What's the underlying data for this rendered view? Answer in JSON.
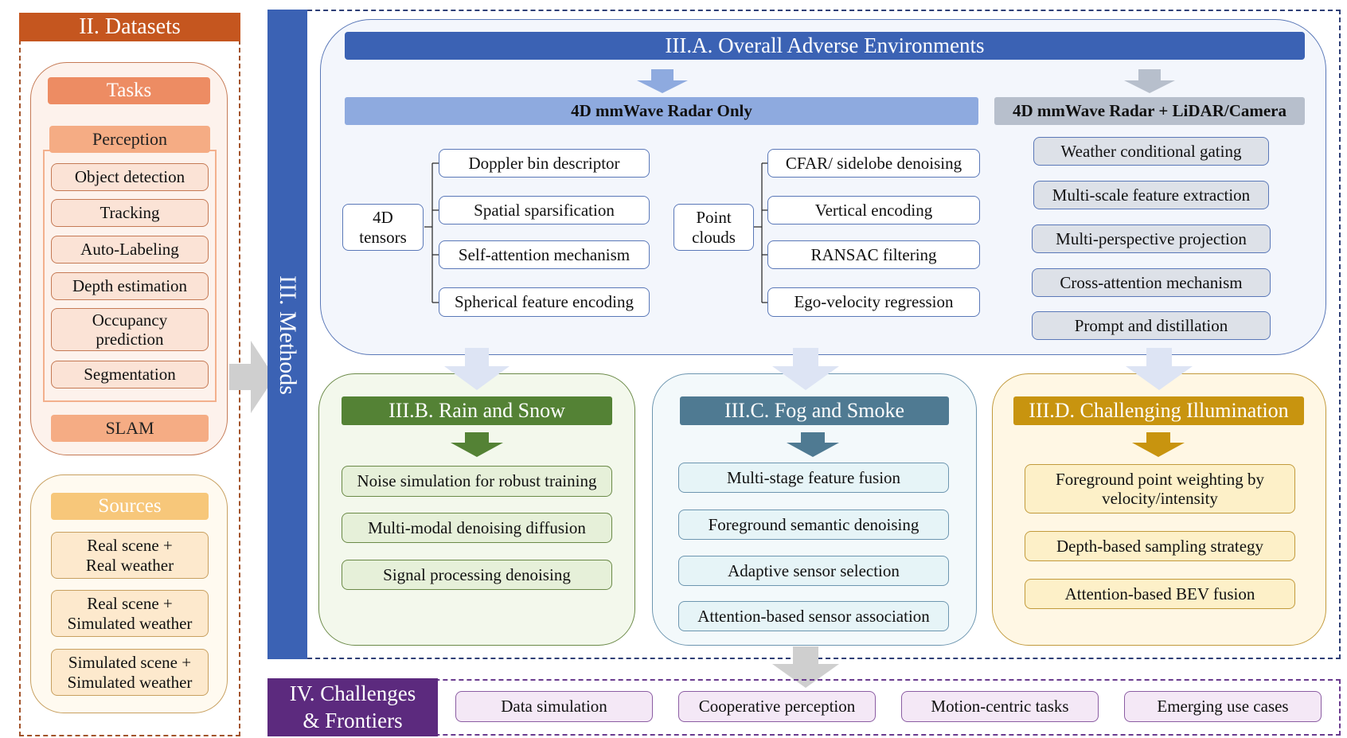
{
  "datasets": {
    "title": "II. Datasets",
    "tasks_header": "Tasks",
    "perception_header": "Perception",
    "perception_items": [
      "Object detection",
      "Tracking",
      "Auto-Labeling",
      "Depth estimation",
      "Occupancy prediction",
      "Segmentation"
    ],
    "slam": "SLAM",
    "sources_header": "Sources",
    "sources_items": [
      "Real scene + Real weather",
      "Real scene + Simulated weather",
      "Simulated scene + Simulated weather"
    ]
  },
  "methods": {
    "title": "III. Methods",
    "overall": {
      "title": "III.A. Overall Adverse Environments",
      "radar_only": "4D mmWave Radar Only",
      "radar_fusion": "4D mmWave Radar + LiDAR/Camera",
      "tensors_label": "4D tensors",
      "tensors_items": [
        "Doppler bin descriptor",
        "Spatial sparsification",
        "Self-attention mechanism",
        "Spherical feature encoding"
      ],
      "points_label": "Point clouds",
      "points_items": [
        "CFAR/ sidelobe denoising",
        "Vertical encoding",
        "RANSAC filtering",
        "Ego-velocity regression"
      ],
      "fusion_items": [
        "Weather conditional gating",
        "Multi-scale feature extraction",
        "Multi-perspective projection",
        "Cross-attention mechanism",
        "Prompt and distillation"
      ]
    },
    "rain": {
      "title": "III.B. Rain and Snow",
      "items": [
        "Noise simulation for robust training",
        "Multi-modal denoising diffusion",
        "Signal processing denoising"
      ]
    },
    "fog": {
      "title": "III.C. Fog and Smoke",
      "items": [
        "Multi-stage feature fusion",
        "Foreground semantic denoising",
        "Adaptive sensor selection",
        "Attention-based sensor association"
      ]
    },
    "illum": {
      "title": "III.D. Challenging Illumination",
      "items": [
        "Foreground point weighting by velocity/intensity",
        "Depth-based sampling strategy",
        "Attention-based BEV fusion"
      ]
    }
  },
  "challenges": {
    "title": "IV. Challenges & Frontiers",
    "items": [
      "Data simulation",
      "Cooperative perception",
      "Motion-centric tasks",
      "Emerging use cases"
    ]
  },
  "colors": {
    "datasets_orange": "#c5561f",
    "methods_blue": "#3b62b4",
    "rain_green": "#548235",
    "fog_teal": "#4f7a92",
    "illum_gold": "#c8940f",
    "challenges_purple": "#5c2a7e"
  }
}
